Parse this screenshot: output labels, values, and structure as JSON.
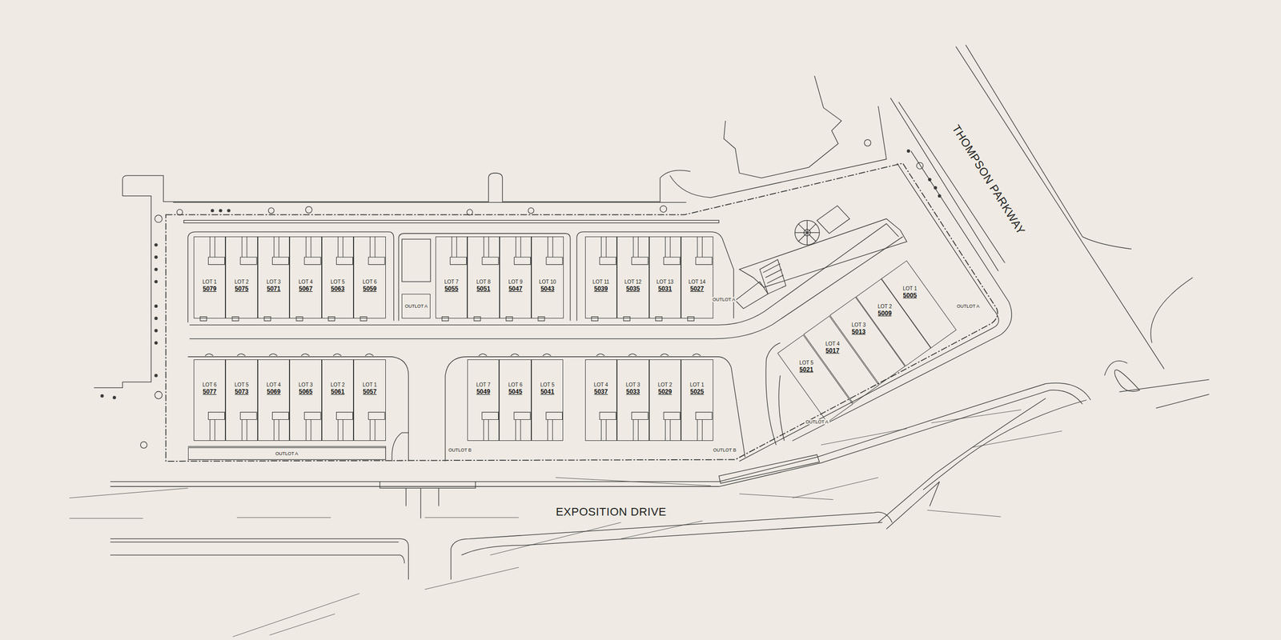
{
  "diagram": {
    "nodes": [
      {
        "text": [
          "LOT 1",
          "5079"
        ]
      },
      {
        "text": [
          "LOT 2",
          "5075"
        ]
      },
      {
        "text": [
          "LOT 3",
          "5071"
        ]
      },
      {
        "text": [
          "LOT 4",
          "5067"
        ]
      },
      {
        "text": [
          "LOT 5",
          "5063"
        ]
      },
      {
        "text": [
          "LOT 6",
          "5059"
        ]
      },
      {
        "text": [
          "OUTLOT A"
        ]
      },
      {
        "text": [
          "LOT 7",
          "5055"
        ]
      },
      {
        "text": [
          "LOT 8",
          "5051"
        ]
      },
      {
        "text": [
          "LOT 9",
          "5047"
        ]
      },
      {
        "text": [
          "LOT 10",
          "5043"
        ]
      },
      {
        "text": [
          "LOT 11",
          "5039"
        ]
      },
      {
        "text": [
          "LOT 12",
          "5035"
        ]
      },
      {
        "text": [
          "LOT 13",
          "5031"
        ]
      },
      {
        "text": [
          "LOT 14",
          "5027"
        ]
      },
      {
        "text": [
          "LOT 1",
          "5005"
        ]
      },
      {
        "text": [
          "LOT 2",
          "5009"
        ]
      },
      {
        "text": [
          "LOT 3",
          "5013"
        ]
      },
      {
        "text": [
          "LOT 4",
          "5017"
        ]
      },
      {
        "text": [
          "LOT 5",
          "5021"
        ]
      },
      {
        "text": [
          "LOT 6",
          "5077"
        ]
      },
      {
        "text": [
          "LOT 5",
          "5073"
        ]
      },
      {
        "text": [
          "LOT 4",
          "5069"
        ]
      },
      {
        "text": [
          "LOT 3",
          "5065"
        ]
      },
      {
        "text": [
          "LOT 2",
          "5061"
        ]
      },
      {
        "text": [
          "LOT 1",
          "5057"
        ]
      },
      {
        "text": [
          "LOT 7",
          "5049"
        ]
      },
      {
        "text": [
          "LOT 6",
          "5045"
        ]
      },
      {
        "text": [
          "LOT 5",
          "5041"
        ]
      },
      {
        "text": [
          "LOT 4",
          "5037"
        ]
      },
      {
        "text": [
          "LOT 3",
          "5033"
        ]
      },
      {
        "text": [
          "LOT 2",
          "5029"
        ]
      },
      {
        "text": [
          "LOT 1",
          "5025"
        ]
      },
      {
        "text": [
          "OUTLOT A"
        ]
      }
    ],
    "labels": [
      "OUTLOT A",
      "OUTLOT A",
      "OUTLOT A",
      "OUTLOT B",
      "OUTLOT B",
      "THOMPSON PARKWAY",
      "EXPOSITION DRIVE"
    ]
  }
}
